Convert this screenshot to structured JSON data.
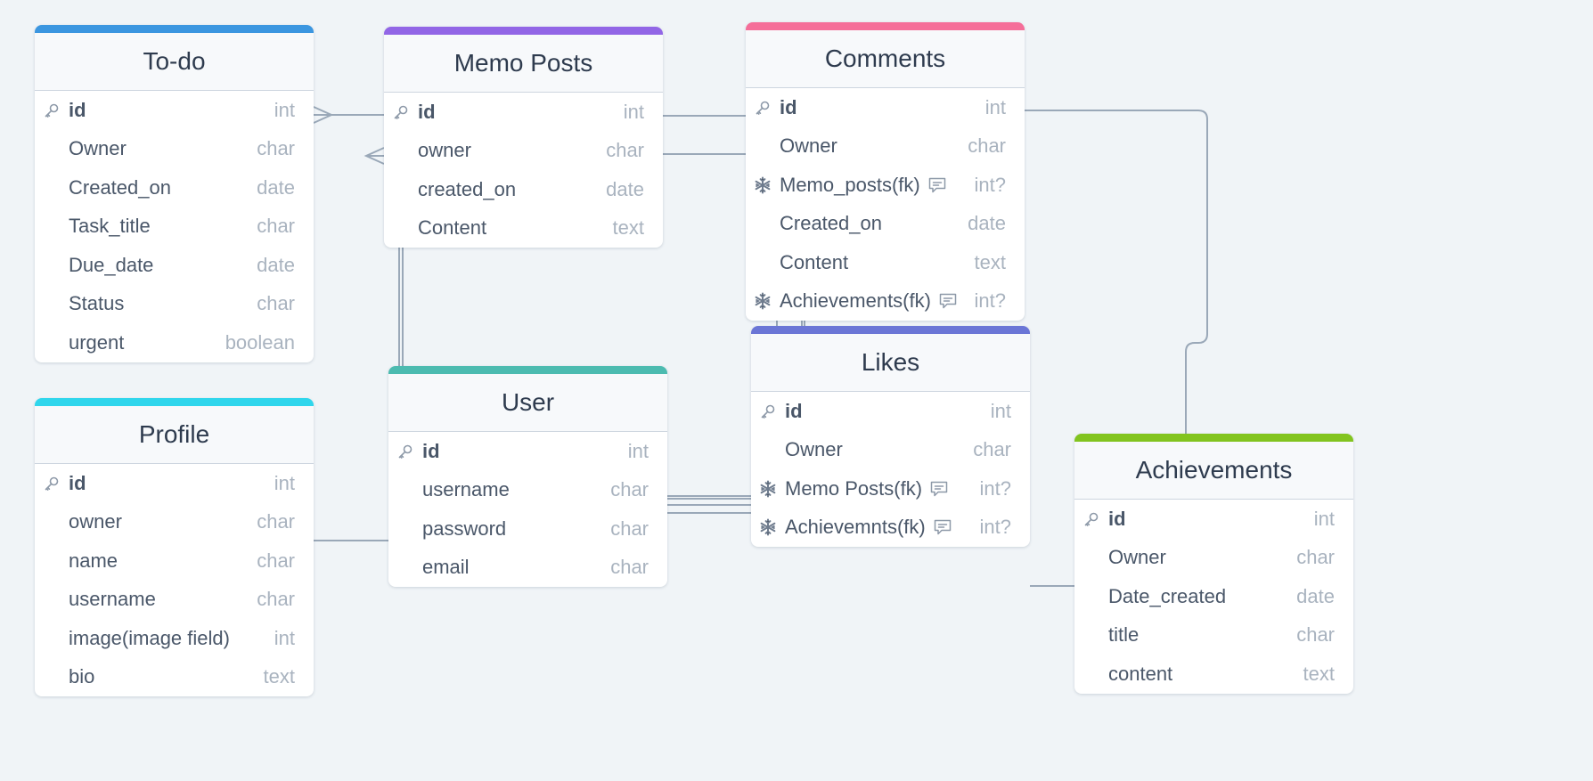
{
  "colors": {
    "background": "#f0f4f7",
    "connector": "#9aa8b8",
    "to_do": "#3b96e0",
    "memo_posts": "#9266e6",
    "comments": "#f56e99",
    "likes": "#6b76d6",
    "user": "#4cbbb0",
    "profile": "#2fd6ec",
    "achievements": "#82c41f"
  },
  "tables": {
    "todo": {
      "title": "To-do",
      "fields": [
        {
          "name": "id",
          "type": "int",
          "icon": "key-icon"
        },
        {
          "name": "Owner",
          "type": "char"
        },
        {
          "name": "Created_on",
          "type": "date"
        },
        {
          "name": "Task_title",
          "type": "char"
        },
        {
          "name": "Due_date",
          "type": "date"
        },
        {
          "name": "Status",
          "type": "char"
        },
        {
          "name": "urgent",
          "type": "boolean"
        }
      ]
    },
    "memo_posts": {
      "title": "Memo Posts",
      "fields": [
        {
          "name": "id",
          "type": "int",
          "icon": "key-icon"
        },
        {
          "name": "owner",
          "type": "char"
        },
        {
          "name": "created_on",
          "type": "date"
        },
        {
          "name": "Content",
          "type": "text"
        }
      ]
    },
    "comments": {
      "title": "Comments",
      "fields": [
        {
          "name": "id",
          "type": "int",
          "icon": "key-icon"
        },
        {
          "name": "Owner",
          "type": "char"
        },
        {
          "name": "Memo_posts(fk)",
          "type": "int?",
          "icon": "snowflake-icon",
          "note": true
        },
        {
          "name": "Created_on",
          "type": "date"
        },
        {
          "name": "Content",
          "type": "text"
        },
        {
          "name": "Achievements(fk)",
          "type": "int?",
          "icon": "snowflake-icon",
          "note": true
        }
      ]
    },
    "likes": {
      "title": "Likes",
      "fields": [
        {
          "name": "id",
          "type": "int",
          "icon": "key-icon"
        },
        {
          "name": "Owner",
          "type": "char"
        },
        {
          "name": "Memo Posts(fk)",
          "type": "int?",
          "icon": "snowflake-icon",
          "note": true
        },
        {
          "name": "Achievemnts(fk)",
          "type": "int?",
          "icon": "snowflake-icon",
          "note": true
        }
      ]
    },
    "user": {
      "title": "User",
      "fields": [
        {
          "name": "id",
          "type": "int",
          "icon": "key-icon"
        },
        {
          "name": "username",
          "type": "char"
        },
        {
          "name": "password",
          "type": "char"
        },
        {
          "name": "email",
          "type": "char"
        }
      ]
    },
    "profile": {
      "title": "Profile",
      "fields": [
        {
          "name": "id",
          "type": "int",
          "icon": "key-icon"
        },
        {
          "name": "owner",
          "type": "char"
        },
        {
          "name": "name",
          "type": "char"
        },
        {
          "name": "username",
          "type": "char"
        },
        {
          "name": "image(image field)",
          "type": "int"
        },
        {
          "name": "bio",
          "type": "text"
        }
      ]
    },
    "achievements": {
      "title": "Achievements",
      "fields": [
        {
          "name": "id",
          "type": "int",
          "icon": "key-icon"
        },
        {
          "name": "Owner",
          "type": "char"
        },
        {
          "name": "Date_created",
          "type": "date"
        },
        {
          "name": "title",
          "type": "char"
        },
        {
          "name": "content",
          "type": "text"
        }
      ]
    }
  }
}
